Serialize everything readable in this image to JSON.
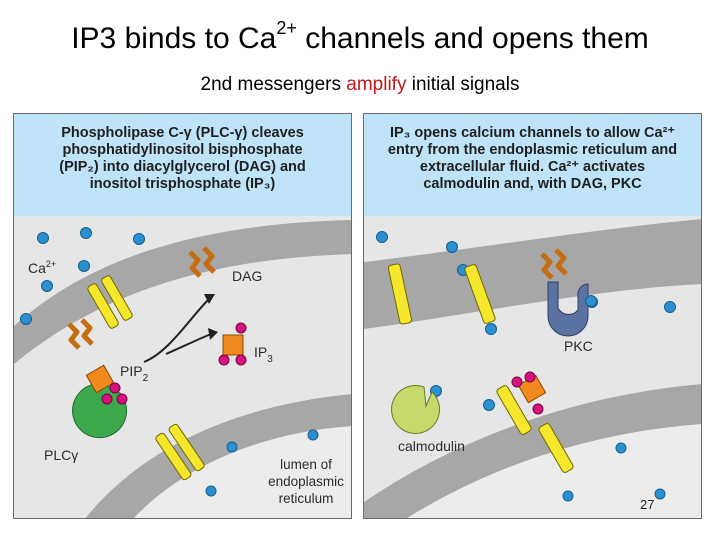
{
  "slide": {
    "title_main": "IP3 binds to Ca",
    "title_sup": "2+",
    "title_rest": " channels and opens them",
    "subtitle_before": "2nd messengers ",
    "subtitle_accent": "amplify",
    "subtitle_after": " initial signals",
    "page_number": "27"
  },
  "left_panel": {
    "caption_lines": [
      "Phospholipase C-γ (PLC-γ) cleaves",
      "phosphatidylinositol bisphosphate",
      "(PIP₂) into diacylglycerol (DAG) and",
      "inositol trisphosphate (IP₃)"
    ],
    "labels": {
      "ca": "Ca",
      "ca_sup": "2+",
      "dag": "DAG",
      "ip3": "IP",
      "ip3_sub": "3",
      "pip2": "PIP",
      "pip2_sub": "2",
      "plc": "PLCγ",
      "lumen_1": "lumen of",
      "lumen_2": "endoplasmic",
      "lumen_3": "reticulum"
    }
  },
  "right_panel": {
    "caption_lines": [
      "IP₃ opens calcium channels to allow Ca²⁺",
      "entry from the endoplasmic reticulum and",
      "extracellular fluid. Ca²⁺ activates",
      "calmodulin and, with DAG, PKC"
    ],
    "labels": {
      "pkc": "PKC",
      "calmodulin": "calmodulin"
    }
  },
  "colors": {
    "caption_bg": "#bfe3f8",
    "membrane": "#a7a7a7",
    "cytosol": "#e6e6e6",
    "lumen": "#ececec",
    "calcium": "#2b8fd0",
    "channel": "#f6e62c",
    "plc": "#3da84c",
    "ip3": "#f08a1e",
    "phosphate": "#d6127e",
    "pkc": "#5a73a3",
    "calmodulin": "#c6d96b",
    "accent": "#c0161c"
  }
}
